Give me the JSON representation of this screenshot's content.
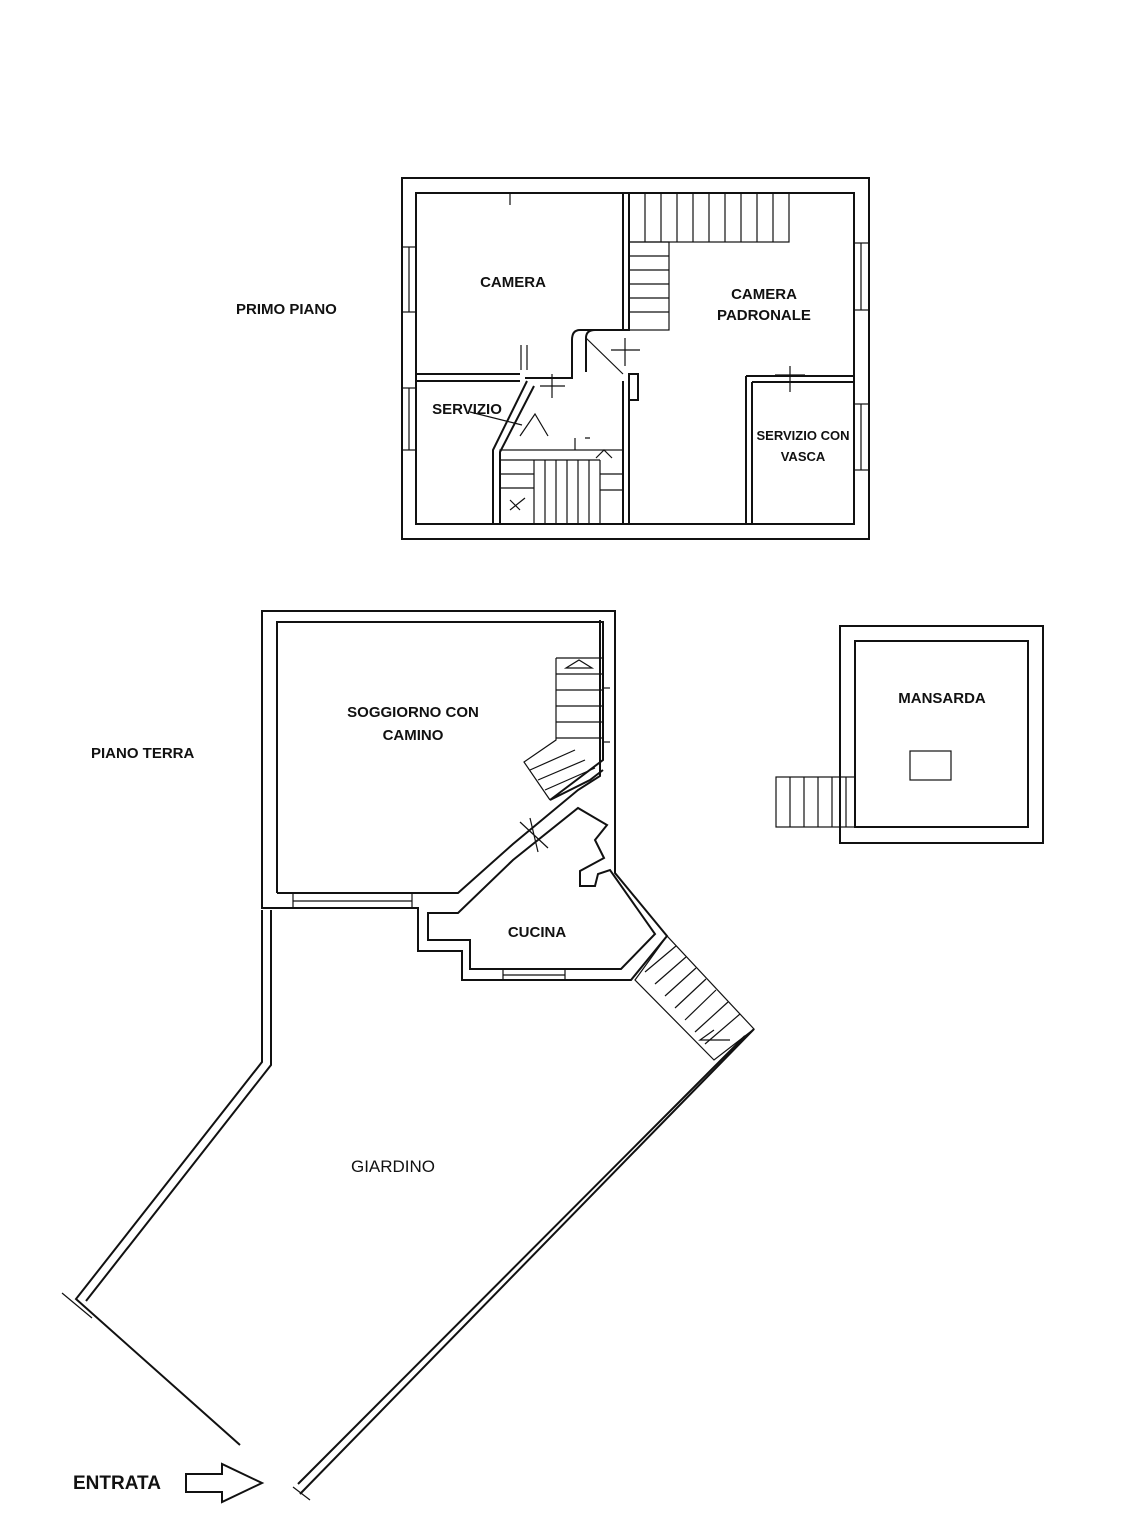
{
  "floors": {
    "first_floor": "PRIMO PIANO",
    "ground_floor": "PIANO TERRA"
  },
  "rooms": {
    "camera": "CAMERA",
    "camera_padronale_1": "CAMERA",
    "camera_padronale_2": "PADRONALE",
    "servizio": "SERVIZIO",
    "servizio_vasca_1": "SERVIZIO CON",
    "servizio_vasca_2": "VASCA",
    "soggiorno_1": "SOGGIORNO CON",
    "soggiorno_2": "CAMINO",
    "cucina": "CUCINA",
    "mansarda": "MANSARDA",
    "giardino": "GIARDINO"
  },
  "entrance": {
    "label": "ENTRATA",
    "icon": "right-arrow-icon"
  }
}
